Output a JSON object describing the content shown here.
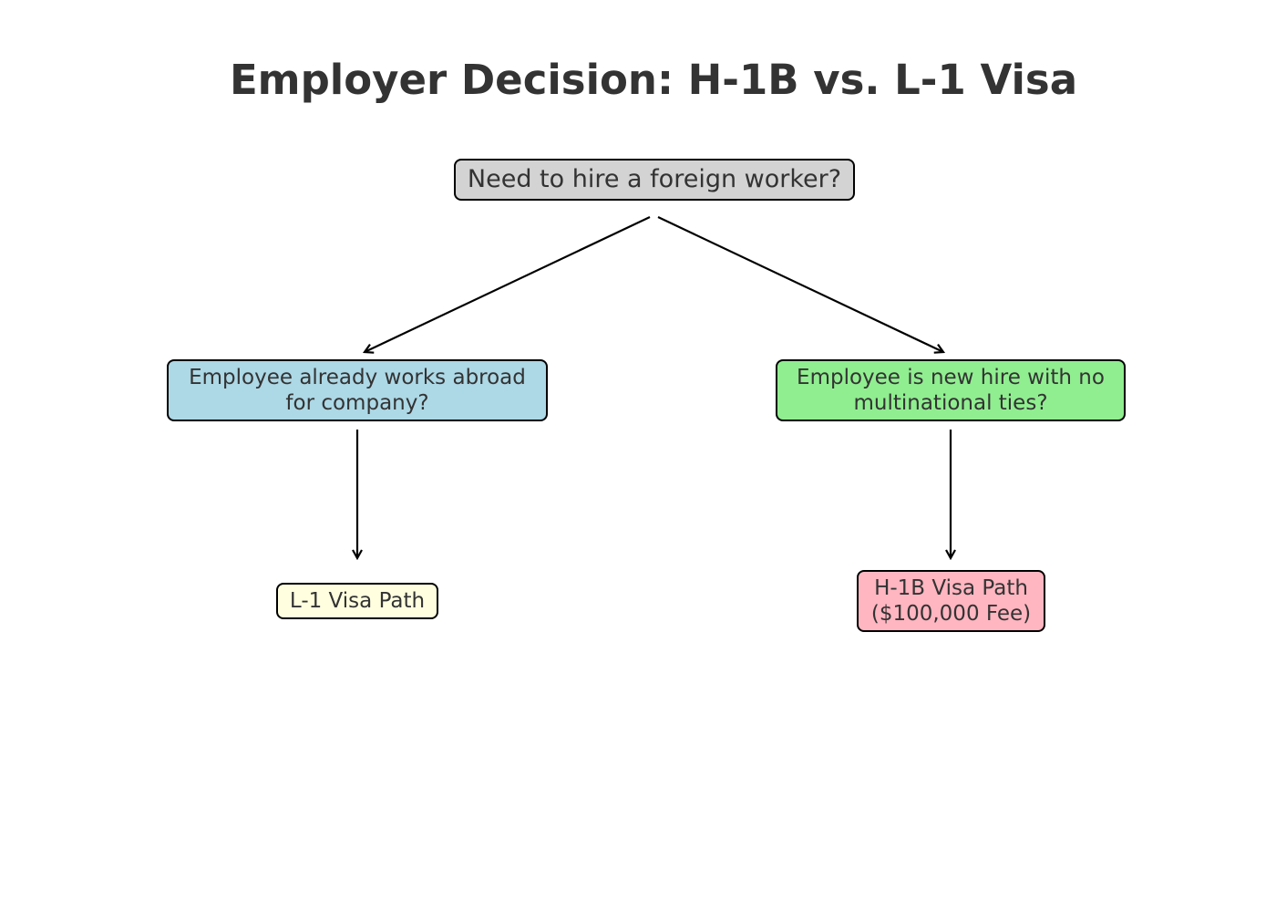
{
  "title": "Employer Decision: H-1B vs. L-1 Visa",
  "nodes": {
    "root": {
      "label": "Need to hire a foreign worker?",
      "fill": "#d3d3d3"
    },
    "left": {
      "label": "Employee already works abroad\nfor company?",
      "fill": "#add8e6"
    },
    "right": {
      "label": "Employee is new hire with no\nmultinational ties?",
      "fill": "#90ee90"
    },
    "l1": {
      "label": "L-1 Visa Path",
      "fill": "#ffffe0"
    },
    "h1b": {
      "label": "H-1B Visa Path\n($100,000 Fee)",
      "fill": "#ffb6c1"
    }
  },
  "edges": [
    {
      "from": "root",
      "to": "left"
    },
    {
      "from": "root",
      "to": "right"
    },
    {
      "from": "left",
      "to": "l1"
    },
    {
      "from": "right",
      "to": "h1b"
    }
  ]
}
